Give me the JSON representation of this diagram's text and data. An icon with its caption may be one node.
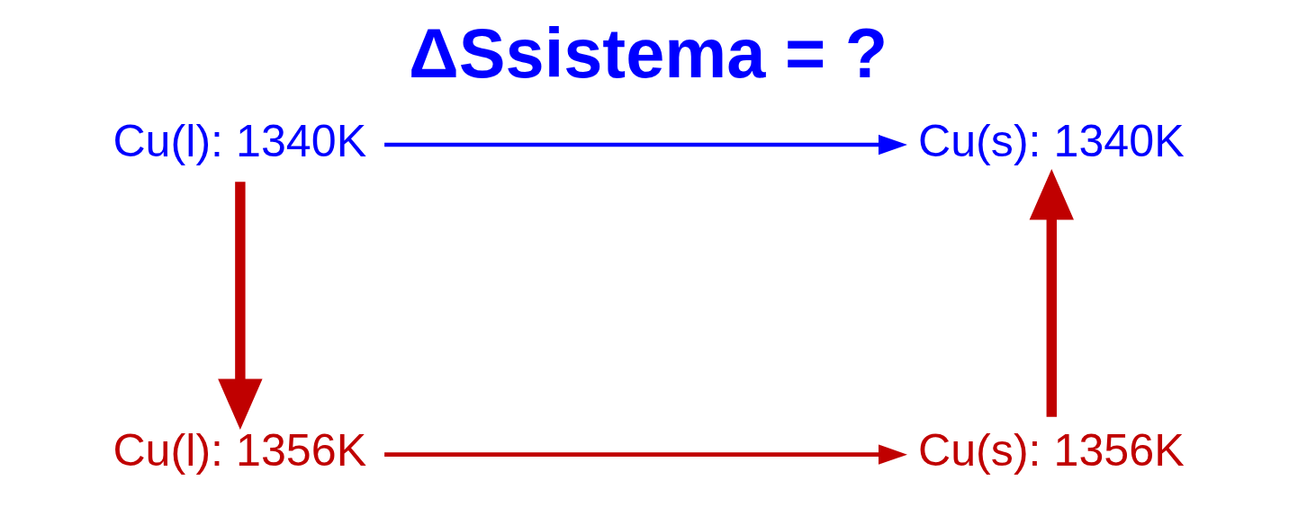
{
  "diagram": {
    "title": "ΔSsistema = ?",
    "nodes": [
      {
        "text": [
          "Cu(l): 1340K"
        ]
      },
      {
        "text": [
          "Cu(s): 1340K"
        ]
      },
      {
        "text": [
          "Cu(l): 1356K"
        ]
      },
      {
        "text": [
          "Cu(s): 1356K"
        ]
      }
    ],
    "edges": [
      {
        "from": 0,
        "to": 1,
        "arrow": "to",
        "color": "#0000ff"
      },
      {
        "from": 0,
        "to": 2,
        "arrow": "to",
        "style": "thick"
      },
      {
        "from": 2,
        "to": 3,
        "arrow": "to"
      },
      {
        "from": 3,
        "to": 1,
        "arrow": "to",
        "style": "thick"
      }
    ]
  }
}
